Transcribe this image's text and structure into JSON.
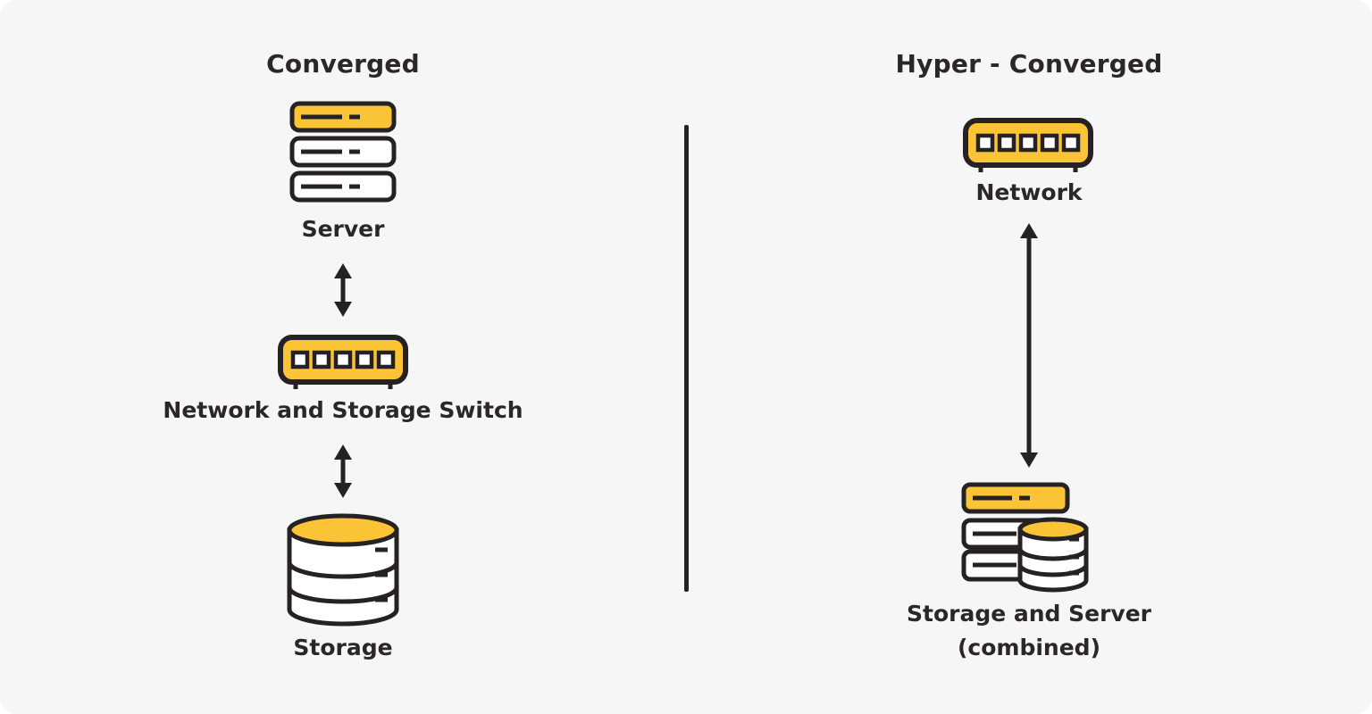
{
  "diagram": {
    "left": {
      "title": "Converged",
      "nodes": [
        {
          "label": "Server",
          "icon": "server-icon"
        },
        {
          "label": "Network and Storage Switch",
          "icon": "network-switch-icon"
        },
        {
          "label": "Storage",
          "icon": "storage-icon"
        }
      ]
    },
    "right": {
      "title": "Hyper - Converged",
      "nodes": [
        {
          "label": "Network",
          "icon": "network-switch-icon"
        },
        {
          "label": "Storage and Server",
          "label2": "(combined)",
          "icon": "storage-server-combined-icon"
        }
      ]
    }
  },
  "colors": {
    "canvas_bg": "#f6f6f6",
    "page_bg": "#ffffff",
    "accent_yellow": "#fbc437",
    "stroke_dark": "#262223",
    "icon_white": "#ffffff",
    "text_color": "#2b2728"
  }
}
